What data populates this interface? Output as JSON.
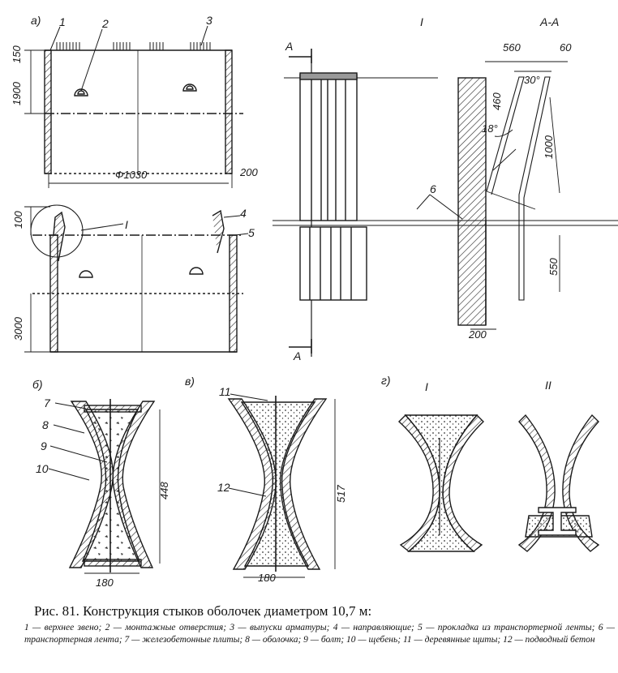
{
  "panels": {
    "a": "а)",
    "b": "б)",
    "v": "в)",
    "g": "г)",
    "detail_I": "I",
    "detail_II": "II",
    "section": "А-А",
    "section_mark": "А"
  },
  "callouts": [
    "1",
    "2",
    "3",
    "4",
    "5",
    "6",
    "7",
    "8",
    "9",
    "10",
    "11",
    "12"
  ],
  "callout_I": "I",
  "dimensions": {
    "top_small": "150",
    "top_height": "1900",
    "diameter": "Ф1030",
    "right_200_top": "200",
    "mid_100": "100",
    "bottom_height": "3000",
    "sec_560": "560",
    "sec_60": "60",
    "sec_30": "30°",
    "sec_460": "460",
    "sec_18": "18°",
    "sec_1000": "1000",
    "sec_550": "550",
    "sec_200": "200",
    "b_448": "448",
    "b_180": "180",
    "v_517": "517",
    "v_180": "180"
  },
  "caption": "Рис. 81. Конструкция стыков оболочек диаметром 10,7 м:",
  "legend": "1 — верхнее звено; 2 — монтажные отверстия; 3 — выпуски арматуры; 4 — направляющие; 5 — прокладка из транспортерной ленты; 6 — транспортерная лента; 7 — железобетонные плиты; 8 — оболочка; 9 — болт; 10 — щебень; 11 — деревянные щиты; 12 — подводный бетон"
}
